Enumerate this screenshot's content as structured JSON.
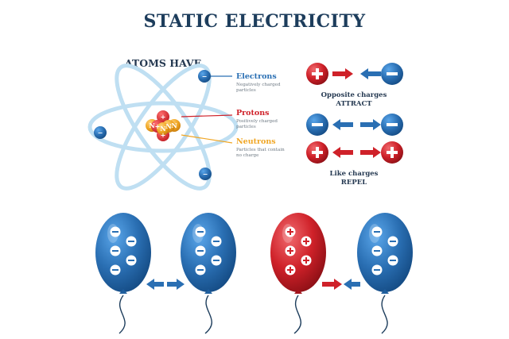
{
  "title": "STATIC ELECTRICITY",
  "atoms_heading": "ATOMS HAVE",
  "legend": [
    {
      "label": "Electrons",
      "desc_lines": [
        "Negatively charged",
        "particles"
      ]
    },
    {
      "label": "Protons",
      "desc_lines": [
        "Positively charged",
        "particles"
      ]
    },
    {
      "label": "Neutrons",
      "desc_lines": [
        "Particles that contain",
        "no charge"
      ]
    }
  ],
  "nucleus": {
    "proton_symbol": "+",
    "neutron_symbol": "N"
  },
  "electron_symbol": "−",
  "rules": {
    "attract_lines": [
      "Opposite charges",
      "ATTRACT"
    ],
    "repel_lines": [
      "Like charges",
      "REPEL"
    ]
  },
  "colors": {
    "title": "#1d3d5c",
    "electron_blue": "#2a6fb3",
    "proton_red": "#cf2129",
    "neutron_orange": "#f0a624",
    "orbit": "#bfdff2",
    "text_dark": "#263a52",
    "desc_gray": "#6f7a84"
  }
}
